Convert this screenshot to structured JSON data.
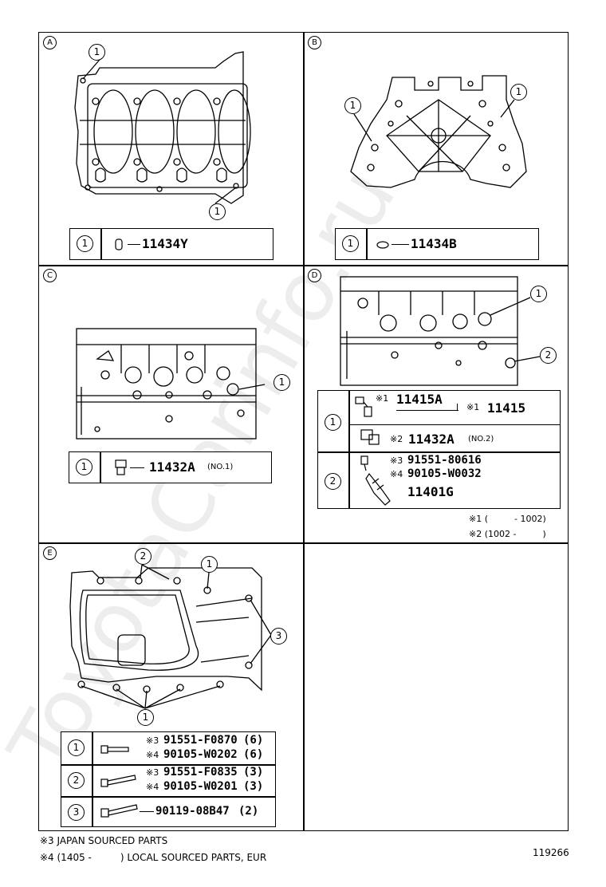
{
  "panels": {
    "A": {
      "letter": "A",
      "callouts": [
        "1",
        "1"
      ],
      "table": [
        {
          "num": "1",
          "part": "11434Y"
        }
      ]
    },
    "B": {
      "letter": "B",
      "callouts": [
        "1",
        "1"
      ],
      "table": [
        {
          "num": "1",
          "part": "11434B"
        }
      ]
    },
    "C": {
      "letter": "C",
      "callouts": [
        "1"
      ],
      "table": [
        {
          "num": "1",
          "part": "11432A",
          "suffix": "(NO.1)"
        }
      ]
    },
    "D": {
      "letter": "D",
      "callouts": [
        "1",
        "2"
      ],
      "table": [
        {
          "num": "1",
          "lines": [
            {
              "mark": "※1",
              "part": "11415A"
            },
            {
              "mark": "※1",
              "part": "11415"
            },
            {
              "mark": "※2",
              "part": "11432A",
              "suffix": "(NO.2)"
            }
          ]
        },
        {
          "num": "2",
          "lines": [
            {
              "mark": "※3",
              "part": "91551-80616"
            },
            {
              "mark": "※4",
              "part": "90105-W0032"
            },
            {
              "mark": "",
              "part": "11401G"
            }
          ]
        }
      ],
      "notes": [
        "※1 (　　　- 1002)",
        "※2 (1002 -　　　)"
      ]
    },
    "E": {
      "letter": "E",
      "callouts": [
        "2",
        "1",
        "3",
        "1"
      ],
      "table": [
        {
          "num": "1",
          "lines": [
            {
              "mark": "※3",
              "part": "91551-F0870",
              "qty": "(6)"
            },
            {
              "mark": "※4",
              "part": "90105-W0202",
              "qty": "(6)"
            }
          ]
        },
        {
          "num": "2",
          "lines": [
            {
              "mark": "※3",
              "part": "91551-F0835",
              "qty": "(3)"
            },
            {
              "mark": "※4",
              "part": "90105-W0201",
              "qty": "(3)"
            }
          ]
        },
        {
          "num": "3",
          "lines": [
            {
              "mark": "",
              "part": "90119-08B47",
              "qty": "(2)"
            }
          ]
        }
      ]
    }
  },
  "footnotes": [
    "※3 JAPAN SOURCED PARTS",
    "※4 (1405 -　　　) LOCAL SOURCED PARTS, EUR"
  ],
  "figure_number": "119266",
  "watermark": "ToyotaCarinfo.ru"
}
